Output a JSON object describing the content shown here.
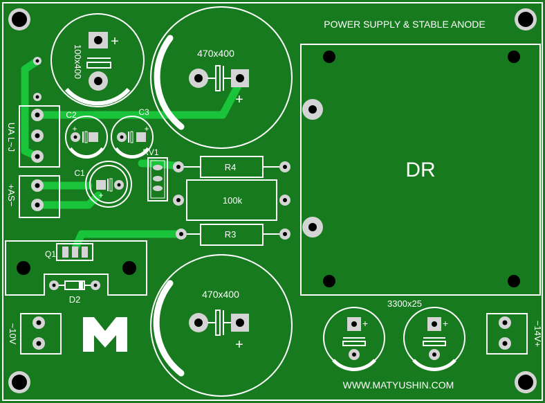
{
  "board": {
    "title": "POWER SUPPLY & STABLE ANODE",
    "website": "WWW.MATYUSHIN.COM",
    "logo_letter": "M",
    "colors": {
      "board": "#177a1e",
      "copper": "#19c33a",
      "silk": "#ffffff",
      "pad": "#d4d4d4",
      "hole": "#000000"
    }
  },
  "components": {
    "cap_top_left_value": "100x400",
    "cap_big_top_value": "470x400",
    "cap_big_bottom_value": "470x400",
    "cap_pair_value": "3300x25",
    "c1": "C1",
    "c2": "C2",
    "c3": "C3",
    "rv1": "RV1",
    "r4": "R4",
    "r3": "R3",
    "resistor_100k": "100k",
    "q1": "Q1",
    "d2": "D2",
    "dr": "DR",
    "plus": "+"
  },
  "connectors": {
    "ua": "UA  L~J",
    "as": "+AS−",
    "ac10": "~10V",
    "v14": "−14V+"
  }
}
